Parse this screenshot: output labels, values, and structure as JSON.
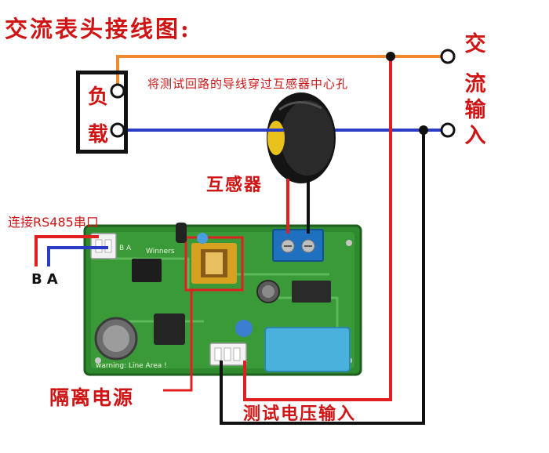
{
  "title": "交流表头接线图:",
  "load": {
    "line1": "负",
    "line2": "载"
  },
  "ct_note": "将测试回路的导线穿过互感器中心孔",
  "ct_label": "互感器",
  "ac_input": {
    "c1": "交",
    "c2": "流",
    "c3": "输",
    "c4": "入"
  },
  "rs485_label": "连接RS485串口",
  "ba_label": "BA",
  "isolated_power_label": "隔离电源",
  "voltage_input_label": "测试电压输入",
  "board": {
    "silk_ba": "B A",
    "brand": "Winners",
    "warning": "warning: Line Area !"
  },
  "colors": {
    "live_wire": "#f08a2e",
    "neutral_wire": "#2a3cc4",
    "red_wire": "#e02020",
    "black_wire": "#111111",
    "pcb": "#2f8a2f",
    "label_red": "#d01414"
  }
}
